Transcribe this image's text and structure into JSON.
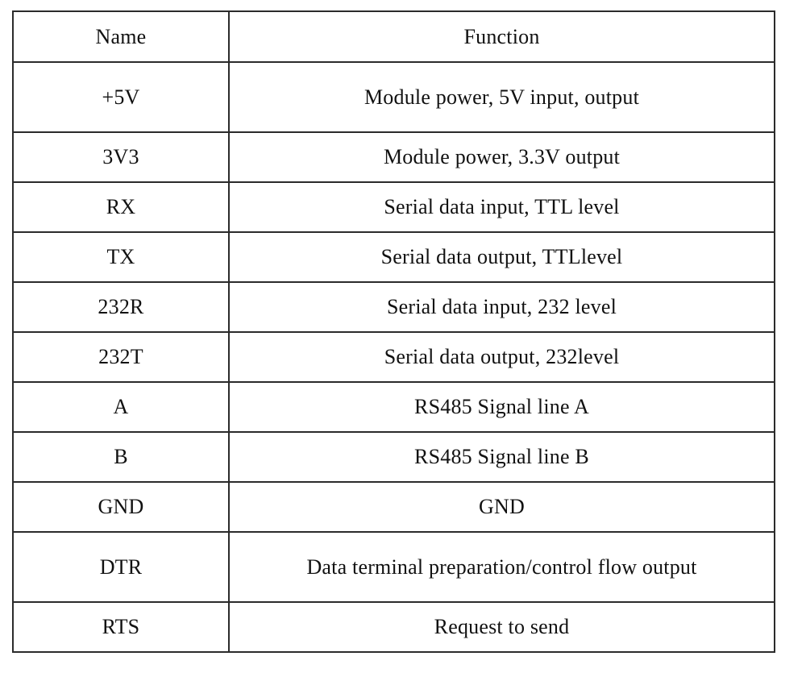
{
  "table": {
    "headers": [
      "Name",
      "Function"
    ],
    "rows": [
      {
        "name": "+5V",
        "function": "Module power, 5V input, output"
      },
      {
        "name": "3V3",
        "function": "Module power, 3.3V output"
      },
      {
        "name": "RX",
        "function": "Serial data input, TTL level"
      },
      {
        "name": "TX",
        "function": "Serial data output, TTLlevel"
      },
      {
        "name": "232R",
        "function": "Serial data input, 232 level"
      },
      {
        "name": "232T",
        "function": "Serial data output, 232level"
      },
      {
        "name": "A",
        "function": "RS485 Signal line A"
      },
      {
        "name": "B",
        "function": "RS485 Signal line B"
      },
      {
        "name": "GND",
        "function": "GND"
      },
      {
        "name": "DTR",
        "function": "Data terminal preparation/control flow output"
      },
      {
        "name": "RTS",
        "function": "Request to send"
      }
    ],
    "colors": {
      "border": "#2b2b2b",
      "text": "#111111",
      "background": "#ffffff"
    }
  }
}
